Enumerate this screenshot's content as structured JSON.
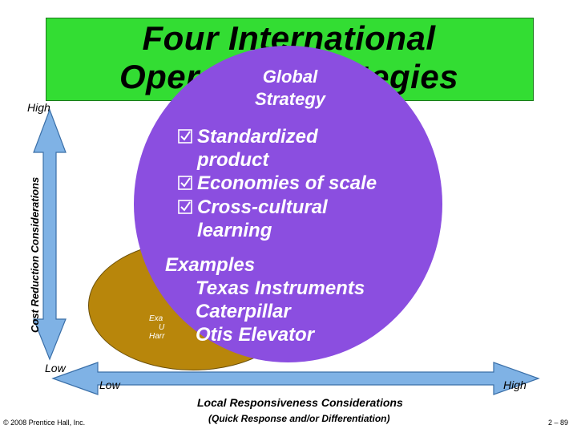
{
  "title": {
    "line1": "Four International",
    "line2": "Operating Strategies"
  },
  "y_axis": {
    "label": "Cost Reduction Considerations",
    "high": "High",
    "low": "Low"
  },
  "x_axis": {
    "label": "Local Responsiveness Considerations",
    "sublabel": "(Quick Response and/or Differentiation)",
    "low": "Low",
    "high": "High"
  },
  "global_bubble": {
    "title_line1": "Global",
    "title_line2": "Strategy",
    "checks": [
      {
        "line1": "Standardized",
        "line2": "product"
      },
      {
        "line1": "Economies of scale",
        "line2": ""
      },
      {
        "line1": "Cross-cultural",
        "line2": "learning"
      }
    ],
    "examples_heading": "Examples",
    "examples": [
      "Texas Instruments",
      "Caterpillar",
      "Otis Elevator"
    ]
  },
  "background_bubble": {
    "lines": [
      "Exa",
      "U",
      "Harr"
    ]
  },
  "footer": {
    "copyright": "© 2008 Prentice Hall, Inc.",
    "page": "2 – 89"
  },
  "colors": {
    "title_bg": "#33dd33",
    "global_bubble": "#8b4ee0",
    "background_bubble": "#b8860b",
    "axis_arrow": "#7fb2e5"
  }
}
